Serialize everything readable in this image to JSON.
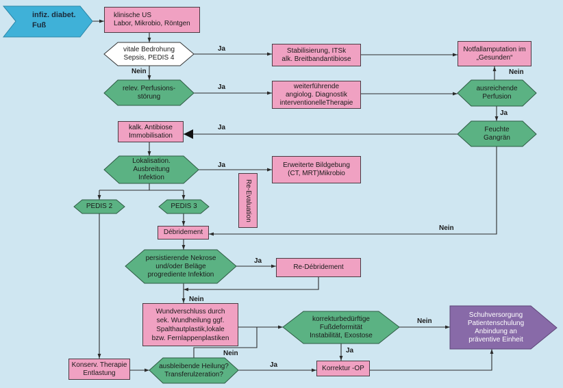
{
  "diagram": {
    "colors": {
      "background": "#cfe6f1",
      "start_fill": "#3fb1d8",
      "process_fill": "#f0a1c2",
      "decision_fill": "#5bb283",
      "decision_neutral_fill": "#ffffff",
      "outcome_fill": "#886aa8",
      "line": "#2b2b2b"
    },
    "nodes": {
      "start": "infiz. diabet.\nFuß",
      "klinische_us": "klinische US\nLabor, Mikrobio, Röntgen",
      "vitale_bedrohung": "vitale Bedrohung\nSepsis, PEDIS 4",
      "stabilisierung": "Stabilisierung, ITSk\nalk. Breitbandantibiose",
      "notfallamputation": "Notfallamputation im\n„Gesunden“",
      "perfusionsstoerung": "relev. Perfusions-\nstörung",
      "angiolog_diagnostik": "weiterführende\nangiolog. Diagnostik\ninterventionelleTherapie",
      "ausreichende_perfusion": "ausreichende\nPerfusion",
      "antibiose": "kalk. Antibiose\nImmobilisation",
      "feuchte_gangraen": "Feuchte\nGangrän",
      "lokalisation": "Lokalisation.\nAusbreitung\nInfektion",
      "bildgebung": "Erweiterte Bildgebung\n(CT, MRT)Mikrobio",
      "re_evaluation": "Re-Evaluation",
      "pedis_2": "PEDIS 2",
      "pedis_3": "PEDIS 3",
      "debridement": "Débridement",
      "nekrose": "persistierende Nekrose\nund/oder Beläge\nprogrediente Infektion",
      "re_debridement": "Re-Débridement",
      "wundverschluss": "Wundverschluss durch\nsek. Wundheilung ggf.\nSpalthautplastik,lokale\nbzw. Fernlappenplastiken",
      "fussdeformitaet": "korrekturbedürftige\nFußdeformität\nInstabilität, Exostose",
      "schuhversorgung": "Schuhversorgung\nPatientenschulung\nAnbindung an\npräventive Einheit",
      "korrektur_op": "Korrektur -OP",
      "konserv_therapie": "Konserv. Therapie\nEntlastung",
      "ausbleibende_heilung": "ausbleibende Heilung?\nTransferulzeration?"
    },
    "edge_labels": {
      "vitale_bedrohung_ja": "Ja",
      "vitale_bedrohung_nein": "Nein",
      "perfusionsstoerung_ja": "Ja",
      "ausreichende_perfusion_nein": "Nein",
      "ausreichende_perfusion_ja": "Ja",
      "feuchte_gangraen_ja": "Ja",
      "lokalisation_ja": "Ja",
      "feuchte_gangraen_nein": "Nein",
      "nekrose_ja": "Ja",
      "nekrose_nein": "Nein",
      "fussdeformitaet_nein": "Nein",
      "fussdeformitaet_ja": "Ja",
      "ausbleibende_heilung_nein": "Nein",
      "ausbleibende_heilung_ja": "Ja"
    }
  }
}
